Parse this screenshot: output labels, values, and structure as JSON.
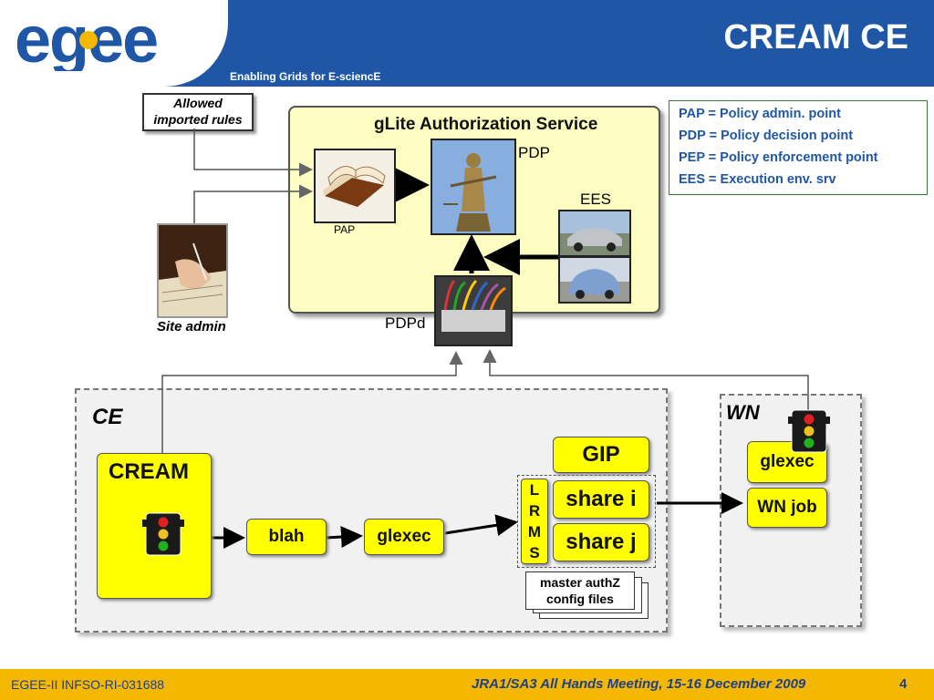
{
  "header": {
    "logo_text": "egee",
    "title": "CREAM CE",
    "subtitle": "Enabling Grids for E-sciencE"
  },
  "diagram": {
    "allowed_rules": [
      "Allowed",
      "imported rules"
    ],
    "authz_title": "gLite Authorization Service",
    "pap_label": "PAP",
    "pdp_label": "PDP",
    "ees_label": "EES",
    "pdpd_label": "PDPd",
    "site_admin_label": "Site admin",
    "ce_label": "CE",
    "wn_label": "WN",
    "cream_label": "CREAM",
    "blah_label": "blah",
    "glexec_ce_label": "glexec",
    "gip_label": "GIP",
    "lrms_letters": [
      "L",
      "R",
      "M",
      "S"
    ],
    "share_i_label": "share i",
    "share_j_label": "share j",
    "master_authz": [
      "master authZ",
      "config files"
    ],
    "glexec_wn_label": "glexec",
    "wn_job_label": "WN job"
  },
  "legend": {
    "lines": [
      "PAP = Policy admin. point",
      "PDP = Policy decision point",
      "PEP = Policy enforcement point",
      "EES = Execution env. srv"
    ]
  },
  "footer": {
    "left": "EGEE-II INFSO-RI-031688",
    "center": "JRA1/SA3 All Hands Meeting, 15-16 December 2009",
    "page": "4"
  },
  "colors": {
    "header_blue": "#1f57a6",
    "footer_gold": "#f5b800",
    "component_yellow": "#ffff00",
    "authz_panel": "#fdfdc2",
    "legend_text": "#1f57a6"
  },
  "icons": [
    "traffic-light-icon",
    "book-icon",
    "justice-statue-icon",
    "car-icon",
    "cable-connector-icon",
    "writing-hand-icon"
  ]
}
